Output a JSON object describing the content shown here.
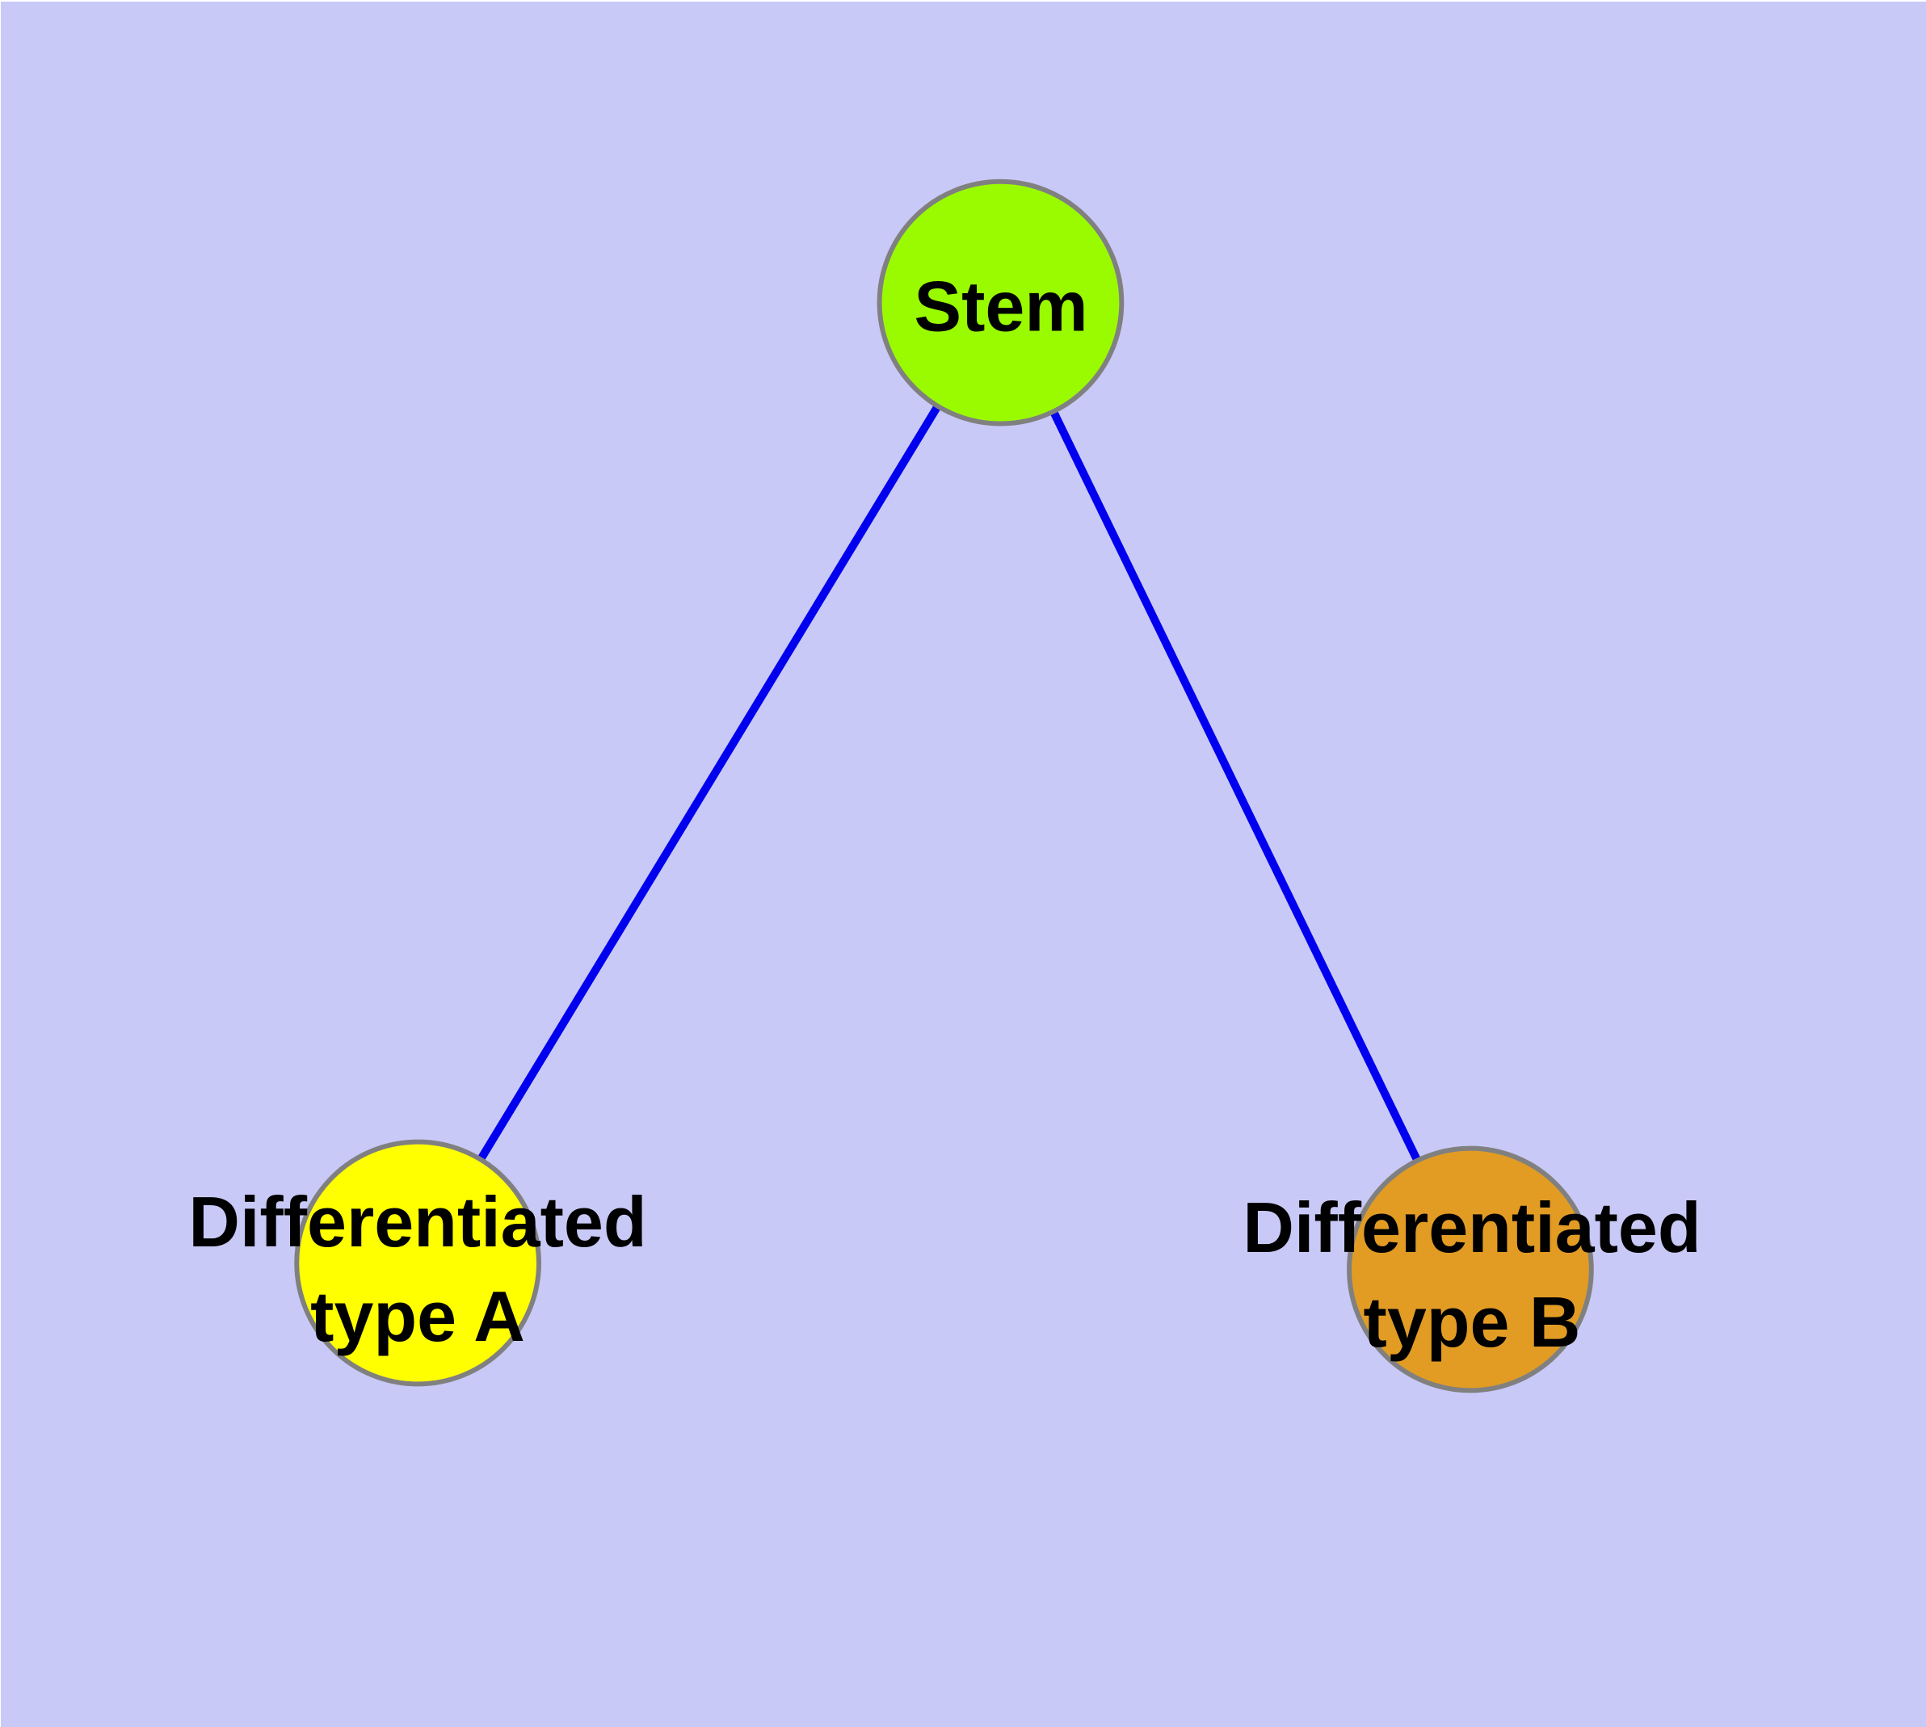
{
  "diagram": {
    "type": "node-link-graph",
    "background_color": "#c9c9f7",
    "edge_color": "#0000ee",
    "node_border_color": "#808080",
    "label_color": "#000000",
    "nodes": [
      {
        "id": "stem",
        "label": "Stem",
        "fill": "#9afb00"
      },
      {
        "id": "differentiated-type-a",
        "label": "Differentiated\ntype A",
        "fill": "#ffff00"
      },
      {
        "id": "differentiated-type-b",
        "label": "Differentiated\ntype B",
        "fill": "#e29c24"
      }
    ],
    "edges": [
      {
        "from": "stem",
        "to": "differentiated-type-a"
      },
      {
        "from": "stem",
        "to": "differentiated-type-b"
      }
    ]
  }
}
